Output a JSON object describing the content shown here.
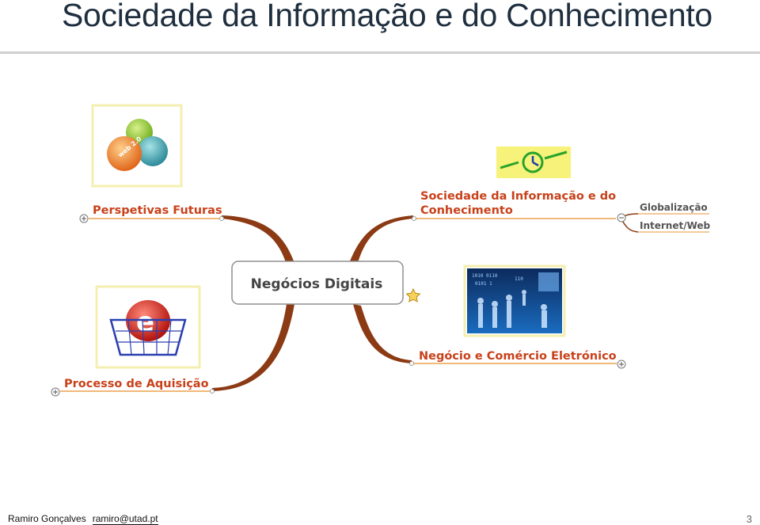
{
  "slide": {
    "title": "Sociedade da Informação e do Conhecimento",
    "author": "Ramiro Gonçalves",
    "email": "ramiro@utad.pt",
    "page_number": "3"
  },
  "mindmap": {
    "central": "Negócios Digitais",
    "branches": {
      "perspetivas": "Perspetivas Futuras",
      "sociedade_line1": "Sociedade da Informação e do",
      "sociedade_line2": "Conhecimento",
      "globalizacao": "Globalização",
      "internet": "Internet/Web",
      "negocio": "Negócio e Comércio Eletrónico",
      "processo": "Processo de Aquisição"
    },
    "icons": {
      "web_badges": "web-badges-icon",
      "clock": "clock-icon",
      "cart": "shopping-basket-icon",
      "digital_people": "digital-people-image",
      "star": "star-icon"
    },
    "colors": {
      "branch": "#8b3a14",
      "label": "#c8411a",
      "underline": "#f0b97a"
    }
  }
}
